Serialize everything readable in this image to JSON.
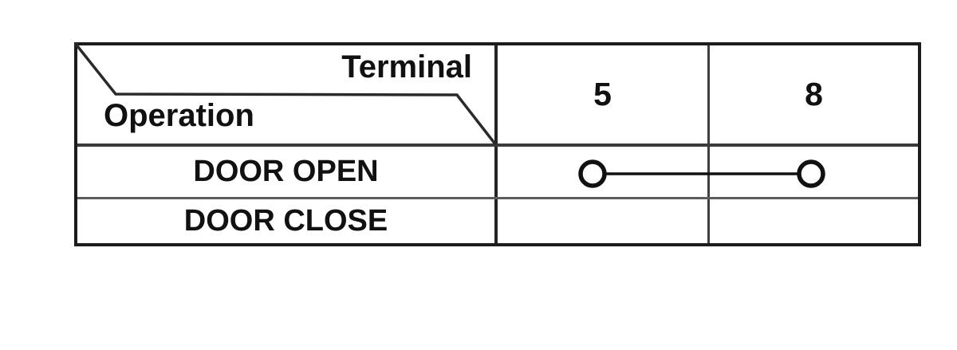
{
  "diagram": {
    "type": "terminal-continuity-table",
    "background_color": "#ffffff",
    "line_color": "#1c1c1c",
    "corner": {
      "top_right_label": "Terminal",
      "bottom_left_label": "Operation"
    },
    "terminal_columns": [
      "5",
      "8"
    ],
    "operation_rows": [
      {
        "label": "DOOR OPEN",
        "continuity_between_terminals": [
          "5",
          "8"
        ],
        "symbol": "circle-line-circle"
      },
      {
        "label": "DOOR CLOSE",
        "continuity_between_terminals": [],
        "symbol": "none"
      }
    ]
  }
}
